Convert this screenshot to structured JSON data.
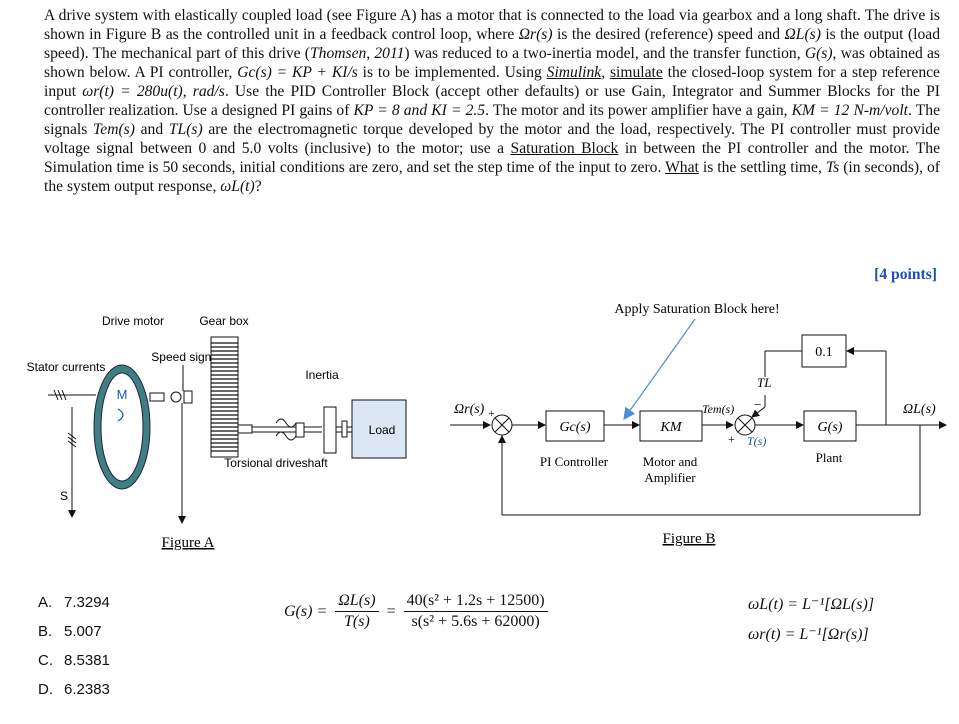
{
  "question": {
    "p1": "A drive system with elastically coupled load (see Figure A) has a motor that is connected to the load via gearbox and a long shaft. The drive is shown in Figure B as the controlled unit in a feedback control loop, where ",
    "sym_omega_r": "Ωr(s)",
    "p2": " is the desired (reference) speed and ",
    "sym_omega_L": "ΩL(s)",
    "p3": " is the output (load speed). The mechanical part of this drive (",
    "ref": "Thomsen, 2011",
    "p4": ") was reduced to a two-inertia model, and the transfer function, ",
    "sym_G": "G(s)",
    "p5": ", was obtained as shown below. A PI controller, ",
    "sym_Gc": "Gc(s) = KP + KI/s",
    "p6": " is to be implemented. Using ",
    "simulink": "Simulink",
    "p7": ", ",
    "simulate": "simulate",
    "p8": " the closed-loop system for a step reference input ",
    "sym_input": "ωr(t) = 280u(t), rad/s",
    "p9": ". Use the PID Controller Block (accept other defaults) or use Gain, Integrator and Summer Blocks for the PI controller realization. Use a designed PI gains of ",
    "sym_gains": "KP = 8 and KI = 2.5",
    "p10": ". The motor and its power amplifier have a gain, ",
    "sym_KM": "KM = 12 N-m/volt",
    "p11": ". The signals ",
    "sym_Tem": "Tem(s)",
    "p12": " and ",
    "sym_TL": "TL(s)",
    "p13": " are the electromagnetic torque developed by the motor and the load, respectively. The PI controller must provide voltage signal between 0 and 5.0 volts (inclusive) to the motor; use a ",
    "saturation": "Saturation Block",
    "p14": " in between the PI controller and the motor. The Simulation time is 50 seconds, initial conditions are zero, and set the step time of the input to zero. ",
    "what": "What",
    "p15": " is the settling time, ",
    "sym_Ts": "Ts",
    "p16": " (in seconds), of the system output response, ",
    "sym_out": "ωL(t)",
    "p17": "?",
    "points": "[4 points]"
  },
  "figure_a": {
    "caption": "Figure A",
    "drive_motor": "Drive motor",
    "gear_box": "Gear box",
    "stator_currents": "Stator currents",
    "speed_signal": "Speed signal",
    "inertia": "Inertia",
    "torsional_driveshaft": "Torsional driveshaft",
    "load": "Load",
    "motor_symbol": "M",
    "s_label": "S"
  },
  "figure_b": {
    "caption": "Figure B",
    "apply_note": "Apply Saturation Block here!",
    "input_signal": "Ωr(s)",
    "output_signal": "ΩL(s)",
    "gc_block": "Gc(s)",
    "km_block": "KM",
    "g_block": "G(s)",
    "feedback_gain": "0.1",
    "pi_label": "PI Controller",
    "motor_label_1": "Motor and",
    "motor_label_2": "Amplifier",
    "plant_label": "Plant",
    "tem": "Tem(s)",
    "tl": "TL",
    "ts": "T(s)",
    "plus": "+",
    "minus": "−"
  },
  "choices": [
    {
      "letter": "A.",
      "value": "7.3294"
    },
    {
      "letter": "B.",
      "value": "5.007"
    },
    {
      "letter": "C.",
      "value": "8.5381"
    },
    {
      "letter": "D.",
      "value": "6.2383"
    }
  ],
  "transfer_function": {
    "lhs": "G(s) =",
    "num1": "ΩL(s)",
    "den1": "T(s)",
    "eq": "=",
    "num2": "40(s² + 1.2s + 12500)",
    "den2": "s(s² + 5.6s + 62000)"
  },
  "laplace": {
    "line1": "ωL(t) = L⁻¹[ΩL(s)]",
    "line2": "ωr(t) = L⁻¹[Ωr(s)]"
  }
}
